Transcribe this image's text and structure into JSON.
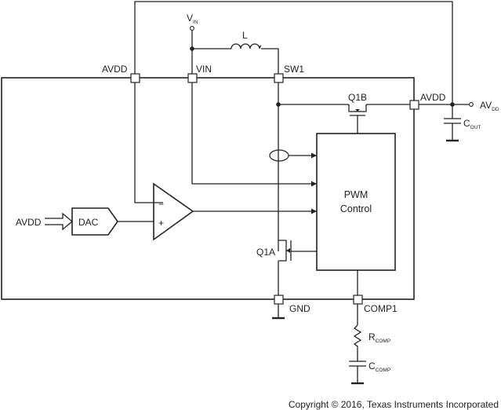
{
  "pins": {
    "avdd_top": "AVDD",
    "vin": "VIN",
    "sw1": "SW1",
    "avdd_right": "AVDD",
    "gnd": "GND",
    "comp1": "COMP1"
  },
  "external": {
    "vin_main": "V",
    "vin_sub": "IN",
    "inductor": "L",
    "avdd_out_main": "AV",
    "avdd_out_sub": "DD",
    "cout_main": "C",
    "cout_sub": "OUT",
    "rcomp_main": "R",
    "rcomp_sub": "COMP",
    "ccomp_main": "C",
    "ccomp_sub": "COMP",
    "avdd_input": "AVDD"
  },
  "internal": {
    "dac": "DAC",
    "pwm_line1": "PWM",
    "pwm_line2": "Control",
    "q1a": "Q1A",
    "q1b": "Q1B",
    "minus": "−",
    "plus": "+"
  },
  "copyright": "Copyright © 2016, Texas Instruments Incorporated"
}
